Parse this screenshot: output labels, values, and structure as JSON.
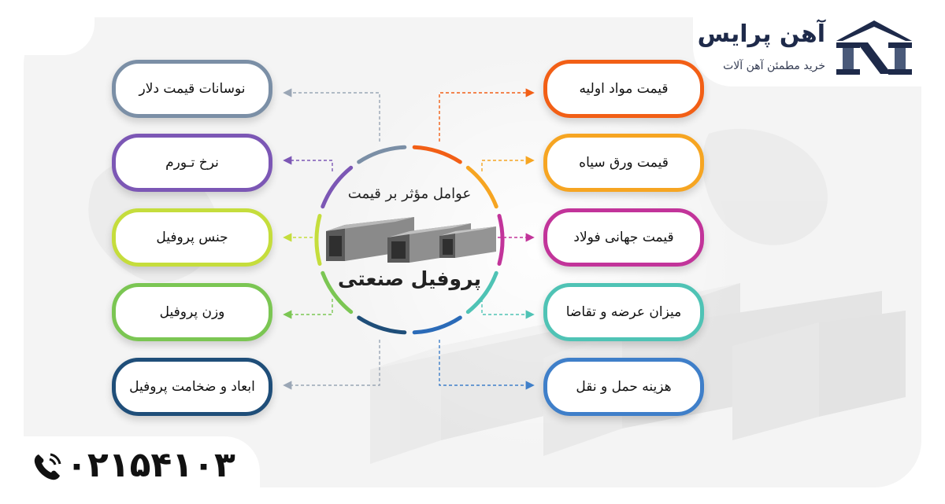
{
  "brand": {
    "name": "آهن پرایس",
    "tagline": "خرید مطمئن آهن آلات",
    "colors": {
      "navy": "#1e2a4a",
      "accent": "#4a5a7a"
    }
  },
  "contact": {
    "phone": "۰۲۱۵۴۱۰۳",
    "icon": "phone-icon"
  },
  "center": {
    "title": "عوامل مؤثر بر قیمت",
    "main": "پروفیل صنعتی",
    "ring_colors": [
      "#f25f16",
      "#f6a522",
      "#c2349a",
      "#4fc3b5",
      "#2b6bb8",
      "#1f4e79",
      "#7bc653",
      "#c5dd3c",
      "#7c57b5",
      "#7b8fa6"
    ]
  },
  "factors_right": [
    {
      "label": "قیمت مواد اولیه",
      "color": "#f25f16"
    },
    {
      "label": "قیمت ورق سیاه",
      "color": "#f6a522"
    },
    {
      "label": "قیمت جهانی فولاد",
      "color": "#c2349a"
    },
    {
      "label": "میزان عرضه و تقاضا",
      "color": "#4fc3b5"
    },
    {
      "label": "هزینه حمل و نقل",
      "color": "#3f7fc9"
    }
  ],
  "factors_left": [
    {
      "label": "نوسانات قیمت دلار",
      "color": "#7b8fa6"
    },
    {
      "label": "نرخ تـورم",
      "color": "#7c57b5"
    },
    {
      "label": "جنس پروفیل",
      "color": "#c5dd3c"
    },
    {
      "label": "وزن پروفیل",
      "color": "#7bc653"
    },
    {
      "label": "ابعاد و ضخامت پروفیل",
      "color": "#1f4e79"
    }
  ]
}
